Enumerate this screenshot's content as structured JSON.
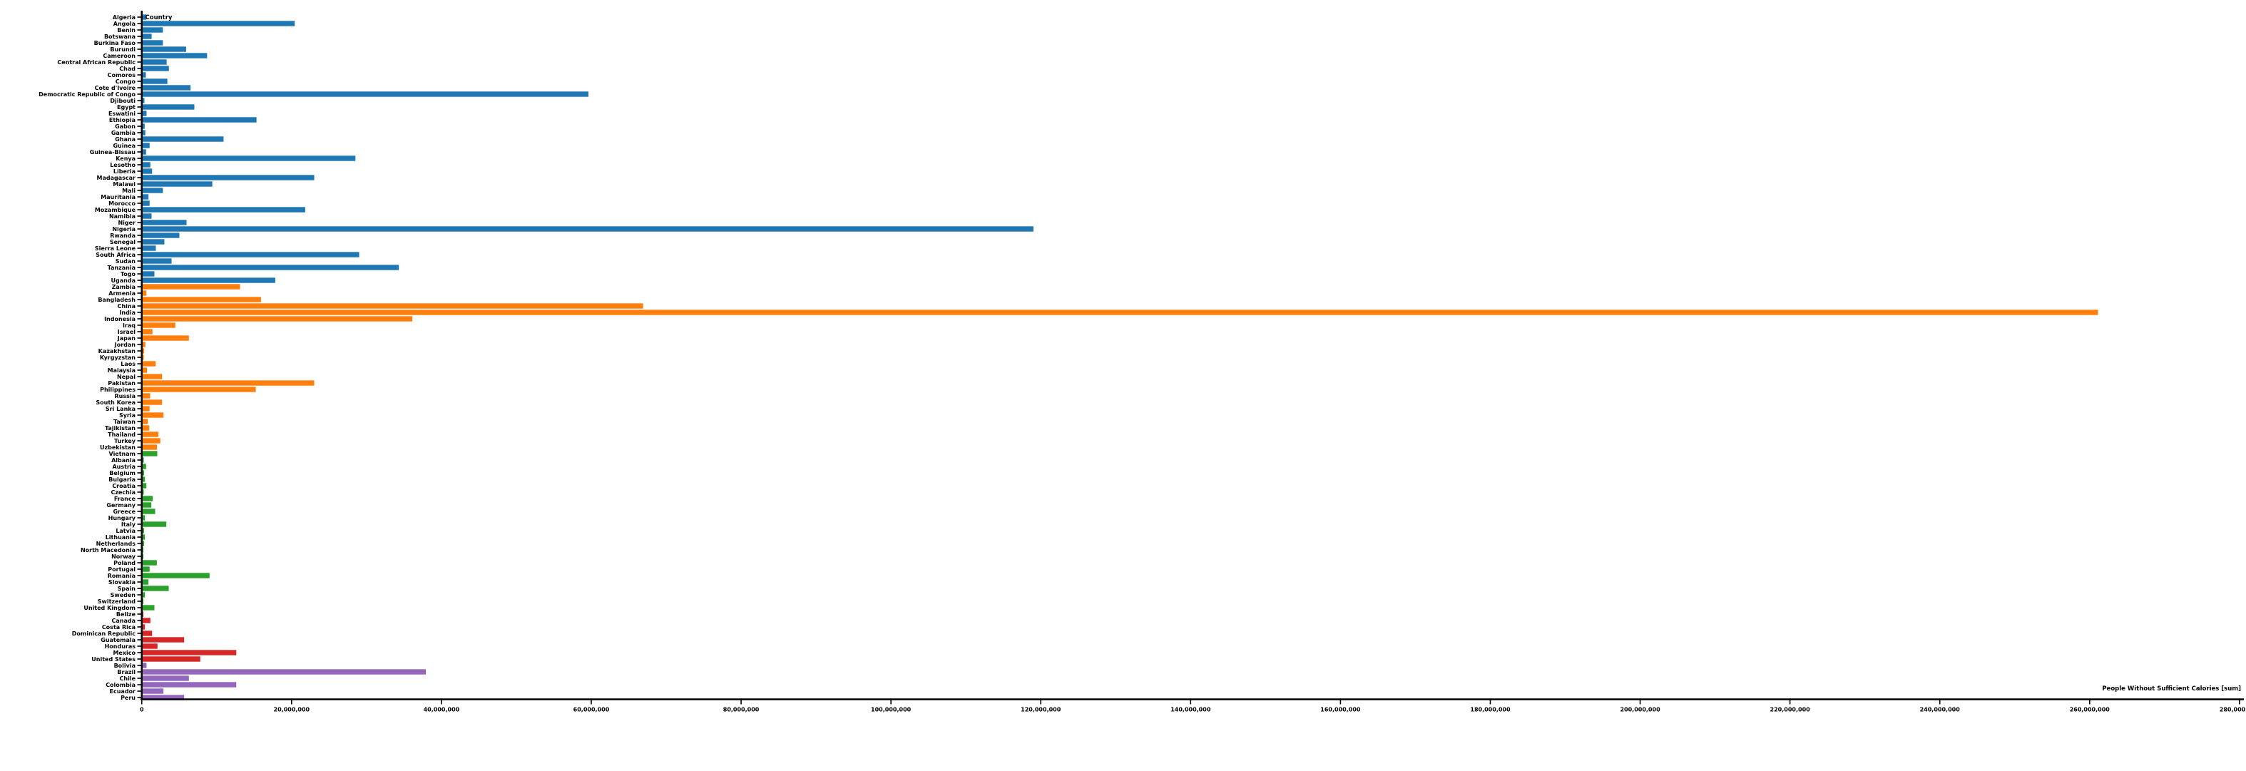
{
  "chart_data": {
    "type": "bar",
    "orientation": "horizontal",
    "title": "",
    "xlabel": "People Without Sufficient Calories [sum]",
    "ylabel": "Country",
    "x_axis": {
      "min": 0,
      "max": 280000000,
      "tick_step": 20000000,
      "ticks": [
        0,
        20000000,
        40000000,
        60000000,
        80000000,
        100000000,
        120000000,
        140000000,
        160000000,
        180000000,
        200000000,
        220000000,
        240000000,
        260000000,
        280000000
      ]
    },
    "grid": false,
    "legend": false,
    "group_colors": {
      "africa": "#1f77b4",
      "asia": "#ff7f0e",
      "europe": "#2ca02c",
      "north_america": "#d62728",
      "south_america": "#9467bd"
    },
    "countries": [
      {
        "name": "Algeria",
        "group": "africa",
        "value": 500000
      },
      {
        "name": "Angola",
        "group": "africa",
        "value": 20300000
      },
      {
        "name": "Benin",
        "group": "africa",
        "value": 2700000
      },
      {
        "name": "Botswana",
        "group": "africa",
        "value": 1200000
      },
      {
        "name": "Burkina Faso",
        "group": "africa",
        "value": 2700000
      },
      {
        "name": "Burundi",
        "group": "africa",
        "value": 5800000
      },
      {
        "name": "Cameroon",
        "group": "africa",
        "value": 8600000
      },
      {
        "name": "Central African Republic",
        "group": "africa",
        "value": 3200000
      },
      {
        "name": "Chad",
        "group": "africa",
        "value": 3500000
      },
      {
        "name": "Comoros",
        "group": "africa",
        "value": 430000
      },
      {
        "name": "Congo",
        "group": "africa",
        "value": 3300000
      },
      {
        "name": "Cote d'Ivoire",
        "group": "africa",
        "value": 6400000
      },
      {
        "name": "Democratic Republic of Congo",
        "group": "africa",
        "value": 59500000
      },
      {
        "name": "Djibouti",
        "group": "africa",
        "value": 240000
      },
      {
        "name": "Egypt",
        "group": "africa",
        "value": 6900000
      },
      {
        "name": "Eswatini",
        "group": "africa",
        "value": 520000
      },
      {
        "name": "Ethiopia",
        "group": "africa",
        "value": 15200000
      },
      {
        "name": "Gabon",
        "group": "africa",
        "value": 270000
      },
      {
        "name": "Gambia",
        "group": "africa",
        "value": 360000
      },
      {
        "name": "Ghana",
        "group": "africa",
        "value": 10800000
      },
      {
        "name": "Guinea",
        "group": "africa",
        "value": 930000
      },
      {
        "name": "Guinea-Bissau",
        "group": "africa",
        "value": 460000
      },
      {
        "name": "Kenya",
        "group": "africa",
        "value": 28400000
      },
      {
        "name": "Lesotho",
        "group": "africa",
        "value": 1030000
      },
      {
        "name": "Liberia",
        "group": "africa",
        "value": 1260000
      },
      {
        "name": "Madagascar",
        "group": "africa",
        "value": 22900000
      },
      {
        "name": "Malawi",
        "group": "africa",
        "value": 9300000
      },
      {
        "name": "Mali",
        "group": "africa",
        "value": 2700000
      },
      {
        "name": "Mauritania",
        "group": "africa",
        "value": 780000
      },
      {
        "name": "Morocco",
        "group": "africa",
        "value": 930000
      },
      {
        "name": "Mozambique",
        "group": "africa",
        "value": 21700000
      },
      {
        "name": "Namibia",
        "group": "africa",
        "value": 1190000
      },
      {
        "name": "Niger",
        "group": "africa",
        "value": 5860000
      },
      {
        "name": "Nigeria",
        "group": "africa",
        "value": 118900000
      },
      {
        "name": "Rwanda",
        "group": "africa",
        "value": 4900000
      },
      {
        "name": "Senegal",
        "group": "africa",
        "value": 2900000
      },
      {
        "name": "Sierra Leone",
        "group": "africa",
        "value": 1760000
      },
      {
        "name": "South Africa",
        "group": "africa",
        "value": 28900000
      },
      {
        "name": "Sudan",
        "group": "africa",
        "value": 3860000
      },
      {
        "name": "Tanzania",
        "group": "africa",
        "value": 34200000
      },
      {
        "name": "Togo",
        "group": "africa",
        "value": 1570000
      },
      {
        "name": "Uganda",
        "group": "africa",
        "value": 17700000
      },
      {
        "name": "Zambia",
        "group": "asia",
        "value": 13000000
      },
      {
        "name": "Armenia",
        "group": "asia",
        "value": 500000
      },
      {
        "name": "Bangladesh",
        "group": "asia",
        "value": 15800000
      },
      {
        "name": "China",
        "group": "asia",
        "value": 66800000
      },
      {
        "name": "India",
        "group": "asia",
        "value": 261000000
      },
      {
        "name": "Indonesia",
        "group": "asia",
        "value": 36000000
      },
      {
        "name": "Iraq",
        "group": "asia",
        "value": 4360000
      },
      {
        "name": "Israel",
        "group": "asia",
        "value": 1310000
      },
      {
        "name": "Japan",
        "group": "asia",
        "value": 6170000
      },
      {
        "name": "Jordan",
        "group": "asia",
        "value": 360000
      },
      {
        "name": "Kazakhstan",
        "group": "asia",
        "value": 200000
      },
      {
        "name": "Kyrgyzstan",
        "group": "asia",
        "value": 150000
      },
      {
        "name": "Laos",
        "group": "asia",
        "value": 1730000
      },
      {
        "name": "Malaysia",
        "group": "asia",
        "value": 590000
      },
      {
        "name": "Nepal",
        "group": "asia",
        "value": 2590000
      },
      {
        "name": "Pakistan",
        "group": "asia",
        "value": 22900000
      },
      {
        "name": "Philippines",
        "group": "asia",
        "value": 15100000
      },
      {
        "name": "Russia",
        "group": "asia",
        "value": 1000000
      },
      {
        "name": "South Korea",
        "group": "asia",
        "value": 2590000
      },
      {
        "name": "Sri Lanka",
        "group": "asia",
        "value": 930000
      },
      {
        "name": "Syria",
        "group": "asia",
        "value": 2780000
      },
      {
        "name": "Taiwan",
        "group": "asia",
        "value": 690000
      },
      {
        "name": "Tajikistan",
        "group": "asia",
        "value": 880000
      },
      {
        "name": "Thailand",
        "group": "asia",
        "value": 2110000
      },
      {
        "name": "Turkey",
        "group": "asia",
        "value": 2360000
      },
      {
        "name": "Uzbekistan",
        "group": "asia",
        "value": 1920000
      },
      {
        "name": "Vietnam",
        "group": "europe",
        "value": 1950000
      },
      {
        "name": "Albania",
        "group": "europe",
        "value": 150000
      },
      {
        "name": "Austria",
        "group": "europe",
        "value": 460000
      },
      {
        "name": "Belgium",
        "group": "europe",
        "value": 200000
      },
      {
        "name": "Bulgaria",
        "group": "europe",
        "value": 300000
      },
      {
        "name": "Croatia",
        "group": "europe",
        "value": 500000
      },
      {
        "name": "Czechia",
        "group": "europe",
        "value": 150000
      },
      {
        "name": "France",
        "group": "europe",
        "value": 1350000
      },
      {
        "name": "Germany",
        "group": "europe",
        "value": 1160000
      },
      {
        "name": "Greece",
        "group": "europe",
        "value": 1670000
      },
      {
        "name": "Hungary",
        "group": "europe",
        "value": 300000
      },
      {
        "name": "Italy",
        "group": "europe",
        "value": 3160000
      },
      {
        "name": "Latvia",
        "group": "europe",
        "value": 200000
      },
      {
        "name": "Lithuania",
        "group": "europe",
        "value": 300000
      },
      {
        "name": "Netherlands",
        "group": "europe",
        "value": 200000
      },
      {
        "name": "North Macedonia",
        "group": "europe",
        "value": 100000
      },
      {
        "name": "Norway",
        "group": "europe",
        "value": 100000
      },
      {
        "name": "Poland",
        "group": "europe",
        "value": 1890000
      },
      {
        "name": "Portugal",
        "group": "europe",
        "value": 930000
      },
      {
        "name": "Romania",
        "group": "europe",
        "value": 8930000
      },
      {
        "name": "Slovakia",
        "group": "europe",
        "value": 780000
      },
      {
        "name": "Spain",
        "group": "europe",
        "value": 3480000
      },
      {
        "name": "Sweden",
        "group": "europe",
        "value": 300000
      },
      {
        "name": "Switzerland",
        "group": "europe",
        "value": 100000
      },
      {
        "name": "United Kingdom",
        "group": "europe",
        "value": 1570000
      },
      {
        "name": "Belize",
        "group": "north_america",
        "value": 100000
      },
      {
        "name": "Canada",
        "group": "north_america",
        "value": 1030000
      },
      {
        "name": "Costa Rica",
        "group": "north_america",
        "value": 300000
      },
      {
        "name": "Dominican Republic",
        "group": "north_america",
        "value": 1260000
      },
      {
        "name": "Guatemala",
        "group": "north_america",
        "value": 5540000
      },
      {
        "name": "Honduras",
        "group": "north_america",
        "value": 1980000
      },
      {
        "name": "Mexico",
        "group": "north_america",
        "value": 12500000
      },
      {
        "name": "United States",
        "group": "north_america",
        "value": 7690000
      },
      {
        "name": "Bolivia",
        "group": "south_america",
        "value": 520000
      },
      {
        "name": "Brazil",
        "group": "south_america",
        "value": 37800000
      },
      {
        "name": "Chile",
        "group": "south_america",
        "value": 6170000
      },
      {
        "name": "Colombia",
        "group": "south_america",
        "value": 12500000
      },
      {
        "name": "Ecuador",
        "group": "south_america",
        "value": 2780000
      },
      {
        "name": "Peru",
        "group": "south_america",
        "value": 5540000
      }
    ]
  }
}
